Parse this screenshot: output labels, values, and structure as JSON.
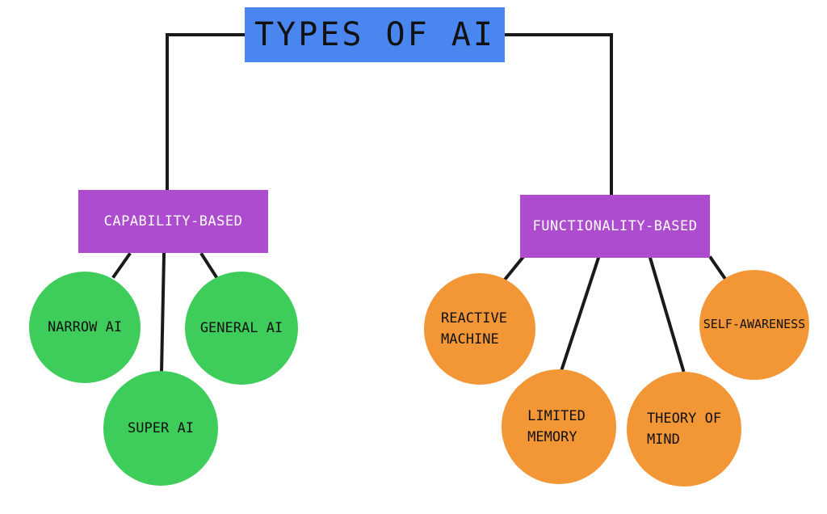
{
  "diagram": {
    "title": "TYPES OF AI",
    "categories": [
      {
        "label": "CAPABILITY-BASED",
        "color": "#ad4ccf",
        "items": [
          "NARROW AI",
          "SUPER AI",
          "GENERAL AI"
        ],
        "item_color": "#3ecd5b"
      },
      {
        "label": "FUNCTIONALITY-BASED",
        "color": "#ad4ccf",
        "items": [
          "REACTIVE\nMACHINE",
          "LIMITED\nMEMORY",
          "THEORY OF\nMIND",
          "SELF-AWARENESS"
        ],
        "item_color": "#f29636"
      }
    ],
    "title_color": "#4a86f0",
    "line_color": "#1a1a1a"
  }
}
